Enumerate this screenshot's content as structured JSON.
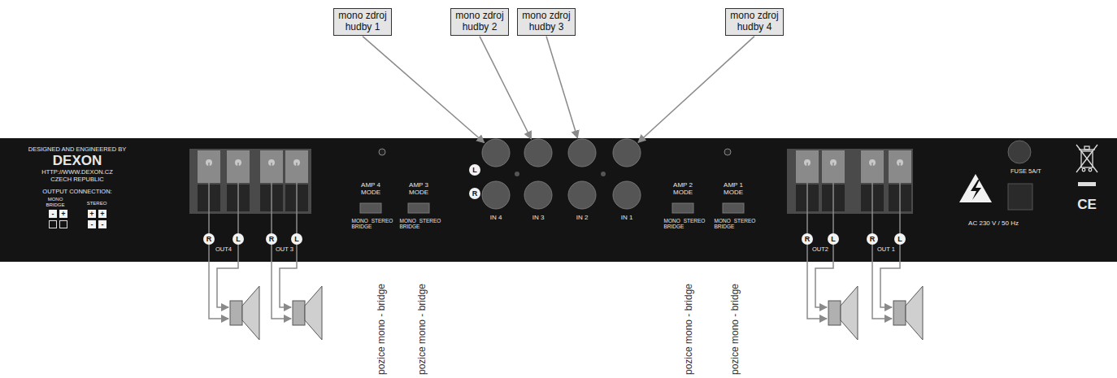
{
  "diagram": {
    "nodes": [
      {
        "text": [
          "mono zdroj hudby 1"
        ]
      },
      {
        "text": [
          "mono zdroj hudby 2"
        ]
      },
      {
        "text": [
          "mono zdroj hudby 3"
        ]
      },
      {
        "text": [
          "mono zdroj hudby 4"
        ]
      },
      {
        "text": [
          "DESIGNED AND ENGINEERED BY",
          "DEXON",
          "HTTP://WWW.DEXON.CZ",
          "CZECH REPUBLIC",
          "OUTPUT CONNECTION:",
          "MONO BRIDGE",
          "STEREO",
          "-",
          "+",
          "+",
          "+",
          "-",
          "-",
          "OUT4",
          "OUT 3",
          "AMP 4 MODE",
          "MONO BRIDGE",
          "STEREO",
          "AMP 3 MODE",
          "MONO BRIDGE",
          "STEREO",
          "IN 4",
          "IN 3",
          "IN 2",
          "IN 1",
          "AMP 2 MODE",
          "MONO BRIDGE",
          "STEREO",
          "AMP 1 MODE",
          "MONO BRIDGE",
          "STEREO",
          "OUT2",
          "OUT 1",
          "FUSE 5A/T",
          "AC 230 V / 50 Hz",
          "CE"
        ]
      },
      {
        "text": [
          "R"
        ],
        "in": 4
      },
      {
        "text": [
          "L"
        ],
        "in": 4
      },
      {
        "text": [
          "R"
        ],
        "in": 4
      },
      {
        "text": [
          "L"
        ],
        "in": 4
      },
      {
        "text": [
          "L"
        ],
        "in": 4
      },
      {
        "text": [
          "R"
        ],
        "in": 4
      },
      {
        "text": [
          "R"
        ],
        "in": 4
      },
      {
        "text": [
          "L"
        ],
        "in": 4
      },
      {
        "text": [
          "R"
        ],
        "in": 4
      },
      {
        "text": [
          "L"
        ],
        "in": 4
      }
    ],
    "labels": [
      "pozice mono - bridge",
      "pozice mono - bridge",
      "pozice mono - bridge",
      "pozice mono - bridge"
    ]
  }
}
